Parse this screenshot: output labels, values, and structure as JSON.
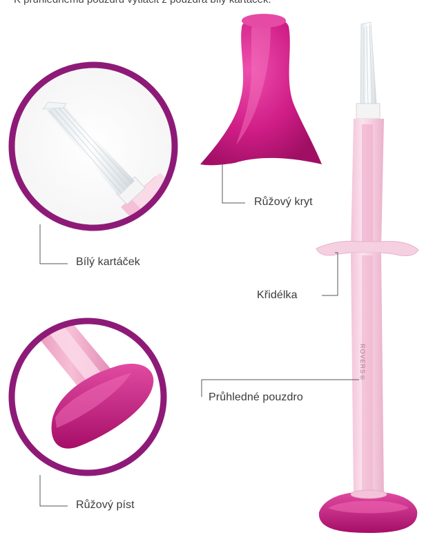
{
  "caption": "K průhlednému pouzdru vytlačit z pouzdra bílý kartáček.",
  "labels": {
    "white_brush": "Bílý kartáček",
    "pink_cap": "Růžový kryt",
    "wings": "Křidélka",
    "clear_case": "Průhledné pouzdro",
    "pink_plunger": "Růžový píst"
  },
  "brand": "ROVERS®",
  "colors": {
    "magenta": "#c8197f",
    "pink_light": "#f6c6dc",
    "line": "#555555"
  }
}
